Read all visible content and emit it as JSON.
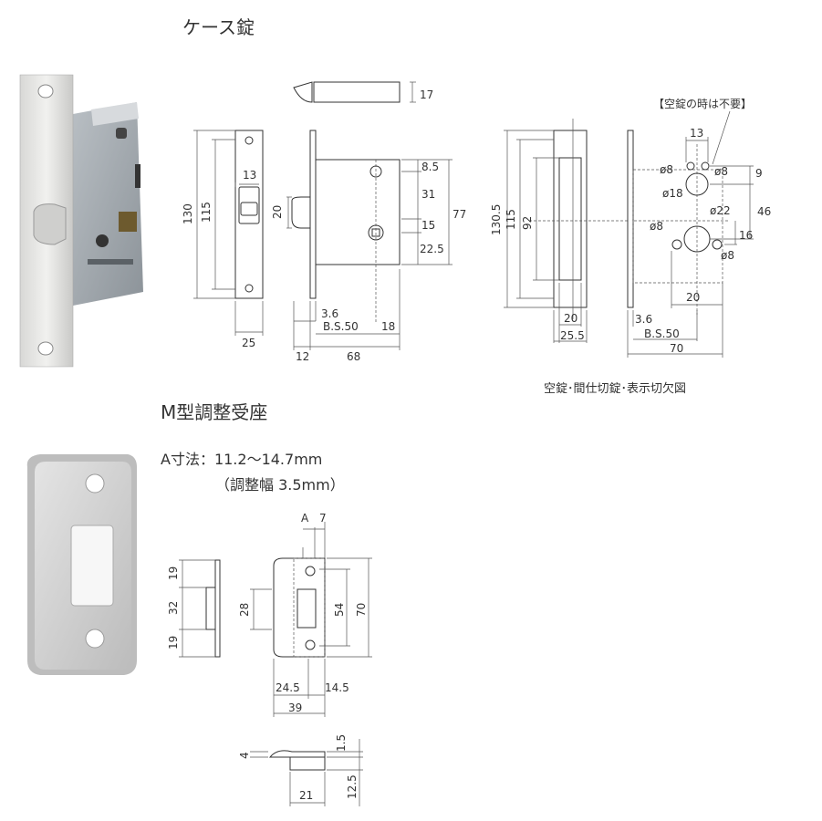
{
  "case_lock": {
    "title": "ケース錠",
    "front_dims": {
      "d130": "130",
      "d115": "115",
      "d13": "13",
      "d25": "25"
    },
    "side_dims": {
      "d17": "17",
      "d20": "20",
      "d8_5": "8.5",
      "d31": "31",
      "d15": "15",
      "d22_5": "22.5",
      "d77": "77",
      "d3_6": "3.6",
      "bs50": "B.S.50",
      "d18": "18",
      "d12": "12",
      "d68": "68"
    },
    "cutout": {
      "note": "【空錠の時は不要】",
      "d130_5": "130.5",
      "d115": "115",
      "d92": "92",
      "d20": "20",
      "d25_5": "25.5",
      "d13": "13",
      "phi8_a": "ø8",
      "phi8_b": "ø8",
      "d9": "9",
      "phi18": "ø18",
      "d46": "46",
      "phi8_c": "ø8",
      "phi22": "ø22",
      "d16": "16",
      "phi8_d": "ø8",
      "d20b": "20",
      "d3_6": "3.6",
      "bs50": "B.S.50",
      "d70": "70",
      "caption": "空錠･間仕切錠･表示切欠図"
    }
  },
  "strike": {
    "title": "M型調整受座",
    "note_a": "A寸法：11.2〜14.7mm",
    "note_b": "（調整幅 3.5mm）",
    "dims": {
      "dA": "A",
      "d7": "7",
      "d19a": "19",
      "d32": "32",
      "d19b": "19",
      "d28": "28",
      "d54": "54",
      "d70": "70",
      "d24_5": "24.5",
      "d14_5": "14.5",
      "d39": "39",
      "d4": "4",
      "d1_5": "1.5",
      "d12_5": "12.5",
      "d21": "21"
    }
  }
}
